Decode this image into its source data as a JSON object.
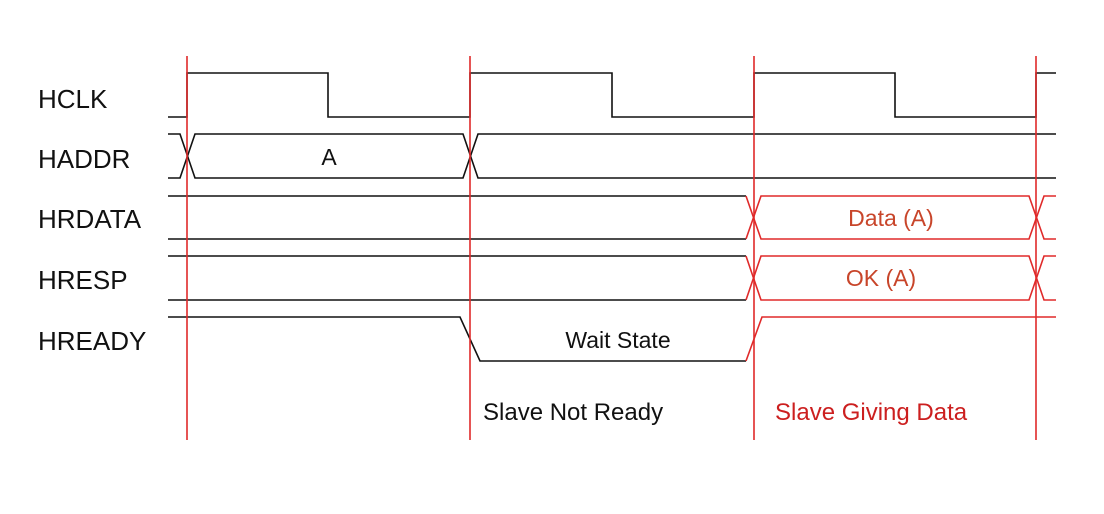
{
  "signals": {
    "hclk": "HCLK",
    "haddr": "HADDR",
    "hrdata": "HRDATA",
    "hresp": "HRESP",
    "hready": "HREADY"
  },
  "waveform_text": {
    "haddr_value": "A",
    "hrdata_value": "Data (A)",
    "hresp_value": "OK (A)",
    "hready_wait": "Wait State"
  },
  "phases": {
    "slave_not_ready": "Slave Not Ready",
    "slave_giving_data": "Slave Giving Data"
  },
  "colors": {
    "signal": "#111111",
    "clock_edge": "#e02a2a",
    "data_valid_text": "#c8452a",
    "phase_valid_text": "#cc1f1f"
  }
}
